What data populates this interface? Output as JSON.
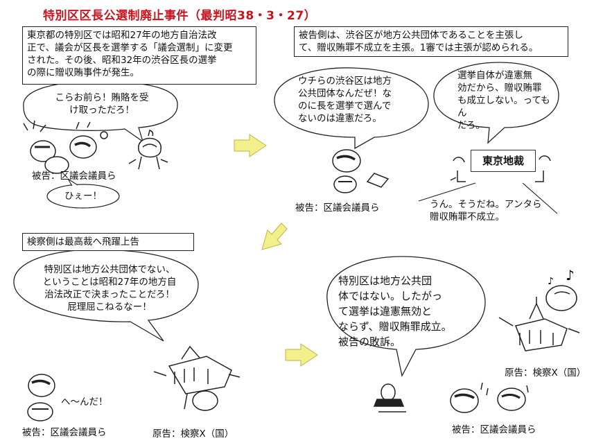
{
  "title": "特別区区長公選制廃止事件（最判昭38・3・27）",
  "panel1": {
    "caption": "東京都の特別区では昭和27年の地方自治法改\n正で、議会が区長を選挙する「議会選制」に変更\nされた。その後、昭和32年の渋谷区長の選挙\nの際に贈収賄事件が発生。",
    "speech": "こらお前ら！賄賂を受\nけ取っただろ！",
    "defendant_label": "被告：区議会議員ら",
    "scream": "ひぇー！"
  },
  "panel2": {
    "caption": "被告側は、渋谷区が地方公共団体であることを主張し\nて、贈収賄罪不成立を主張。1審では主張が認められる。",
    "speech_left": "ウチらの渋谷区は地方\n公共団体なんだぜ！な\nのに長を選挙で選んで\nないのは違憲だろ。",
    "speech_right": "選挙自体が違憲無\n効だから、贈収賄罪\nも成立しない。ってもん\nだろ。",
    "court": "東京地裁",
    "defendant_label": "被告：区議会議員ら",
    "court_reply": "うん。そうだね。アンタら\n贈収賄罪不成立。"
  },
  "panel3": {
    "caption": "検察側は最高裁へ飛躍上告",
    "speech": "特別区は地方公共団体でない、\nということは昭和27年の地方自\n治法改正で決まったことだろ！\n屁理屈こねるなー！",
    "taunt": "へ～んだ！",
    "defendant_label": "被告：区議会議員ら",
    "plaintiff_label": "原告：検察X（国）"
  },
  "panel4": {
    "speech": "特別区は地方公共団\n体ではない。したがっ\nて選挙は違憲無効と\nならず、贈収賄罪成立。\n被告の敗訴。",
    "plaintiff_label": "原告：検察X（国）",
    "defendant_label": "被告：区議会議員ら"
  },
  "colors": {
    "title": "#c8141e",
    "arrow": "#f2f08a",
    "arrow_stroke": "#b9b640"
  }
}
